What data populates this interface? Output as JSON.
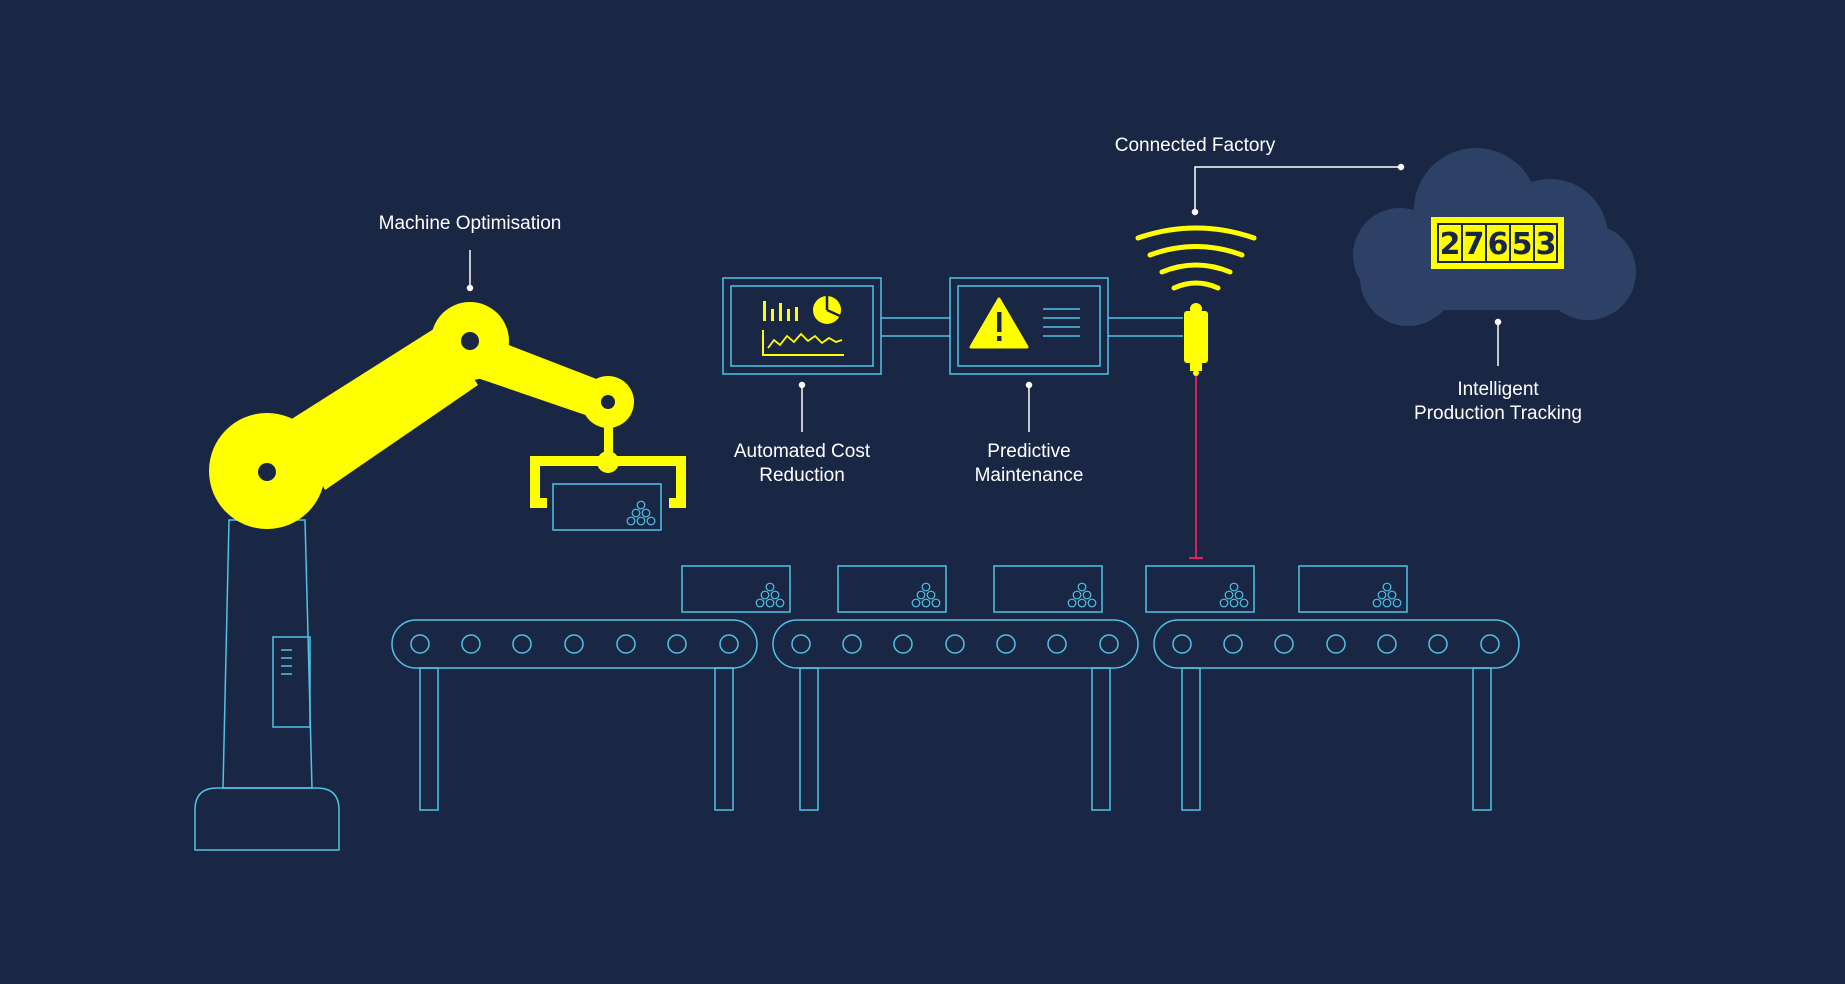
{
  "colors": {
    "background": "#1a2744",
    "outline": "#4fc3e6",
    "accent": "#ffff00",
    "laser": "#e0245e",
    "cloud": "#2d4166",
    "connector": "#ffffff"
  },
  "labels": {
    "machine_optimisation": "Machine Optimisation",
    "connected_factory": "Connected Factory",
    "automated_cost_line1": "Automated Cost",
    "automated_cost_line2": "Reduction",
    "predictive_line1": "Predictive",
    "predictive_line2": "Maintenance",
    "tracking_line1": "Intelligent",
    "tracking_line2": "Production Tracking"
  },
  "counter": {
    "digits": [
      "2",
      "7",
      "6",
      "5",
      "3"
    ]
  },
  "icons": {
    "robot": "robot-arm-icon",
    "analytics": "analytics-dashboard-icon",
    "warning": "warning-icon",
    "sensor": "wireless-sensor-icon",
    "cloud": "cloud-icon",
    "package": "package-icon"
  }
}
